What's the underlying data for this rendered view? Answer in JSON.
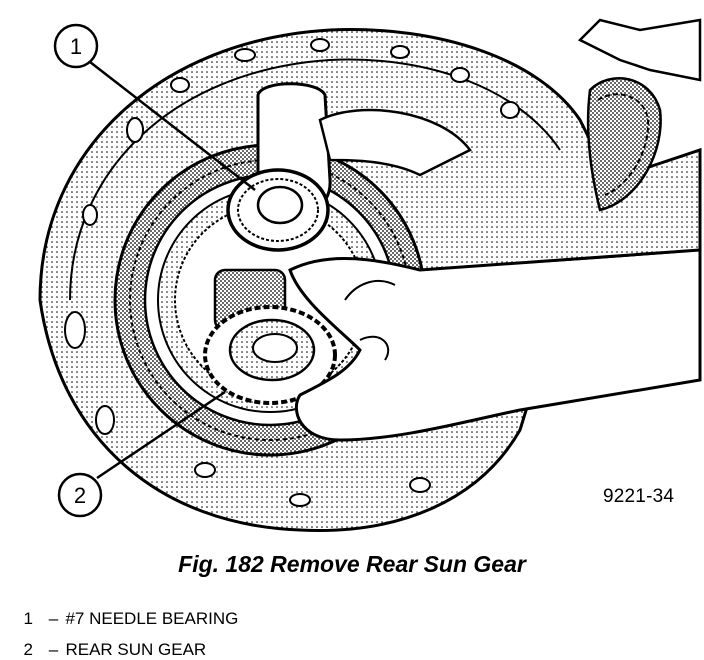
{
  "figure": {
    "code": "9221-34",
    "callouts": [
      "1",
      "2"
    ]
  },
  "caption": "Fig. 182 Remove Rear Sun Gear",
  "legend": [
    {
      "number": "1",
      "dash": "–",
      "text": "#7 NEEDLE BEARING"
    },
    {
      "number": "2",
      "dash": "–",
      "text": "REAR SUN GEAR"
    }
  ],
  "colors": {
    "ink": "#000000",
    "shade": "#9a9a9a",
    "paper": "#ffffff"
  }
}
